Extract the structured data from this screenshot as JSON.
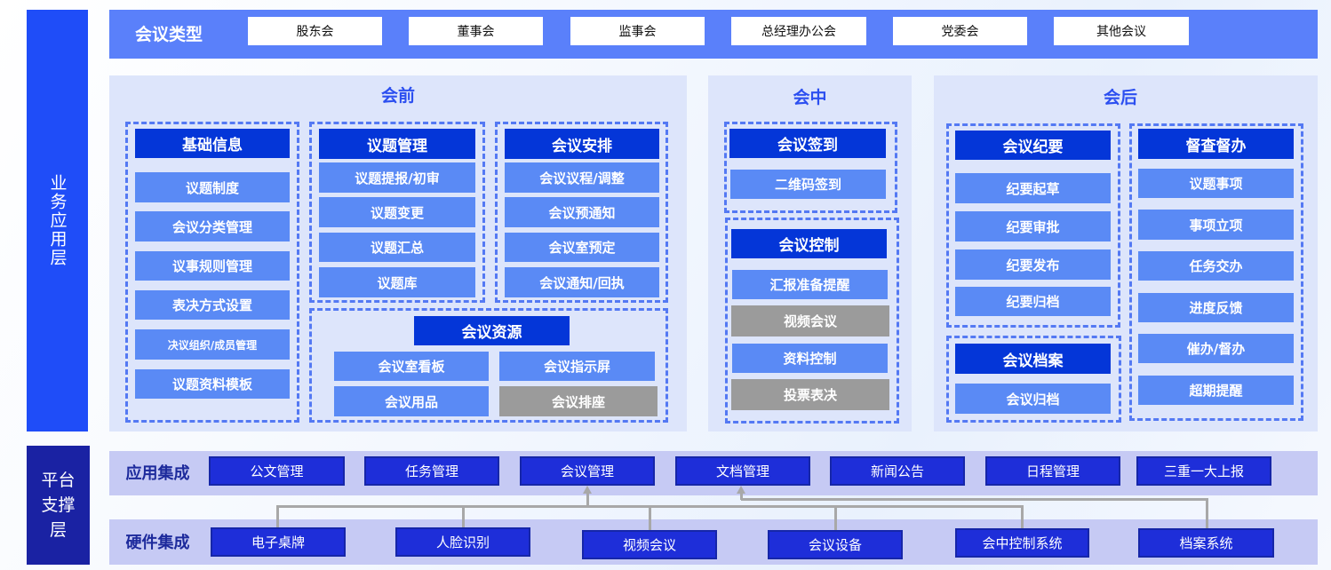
{
  "layers": {
    "business": "业务应用层",
    "platform": "平台支撑层"
  },
  "meeting_types": {
    "title": "会议类型",
    "items": [
      "股东会",
      "董事会",
      "监事会",
      "总经理办公会",
      "党委会",
      "其他会议"
    ]
  },
  "pre": {
    "title": "会前",
    "basic": {
      "header": "基础信息",
      "items": [
        "议题制度",
        "会议分类管理",
        "议事规则管理",
        "表决方式设置",
        "决议组织/成员管理",
        "议题资料模板"
      ]
    },
    "topic": {
      "header": "议题管理",
      "items": [
        "议题提报/初审",
        "议题变更",
        "议题汇总",
        "议题库"
      ]
    },
    "arrange": {
      "header": "会议安排",
      "items": [
        "会议议程/调整",
        "会议预通知",
        "会议室预定",
        "会议通知/回执"
      ]
    },
    "resource": {
      "header": "会议资源",
      "items": [
        "会议室看板",
        "会议指示屏",
        "会议用品",
        "会议排座"
      ]
    }
  },
  "during": {
    "title": "会中",
    "signin": {
      "header": "会议签到",
      "items": [
        "二维码签到"
      ]
    },
    "control": {
      "header": "会议控制",
      "items": [
        "汇报准备提醒",
        "视频会议",
        "资料控制",
        "投票表决"
      ]
    }
  },
  "post": {
    "title": "会后",
    "minutes": {
      "header": "会议纪要",
      "items": [
        "纪要起草",
        "纪要审批",
        "纪要发布",
        "纪要归档"
      ]
    },
    "archive": {
      "header": "会议档案",
      "items": [
        "会议归档"
      ]
    },
    "supervise": {
      "header": "督查督办",
      "items": [
        "议题事项",
        "事项立项",
        "任务交办",
        "进度反馈",
        "催办/督办",
        "超期提醒"
      ]
    }
  },
  "app_integration": {
    "title": "应用集成",
    "items": [
      "公文管理",
      "任务管理",
      "会议管理",
      "文档管理",
      "新闻公告",
      "日程管理",
      "三重一大上报"
    ]
  },
  "hw_integration": {
    "title": "硬件集成",
    "items": [
      "电子桌牌",
      "人脸识别",
      "视频会议",
      "会议设备",
      "会中控制系统",
      "档案系统"
    ]
  },
  "colors": {
    "primary": "#1f4df8",
    "header": "#0436d8",
    "item": "#5a8af5",
    "disabled": "#9b9b9b",
    "integration": "#1e2ed9"
  }
}
